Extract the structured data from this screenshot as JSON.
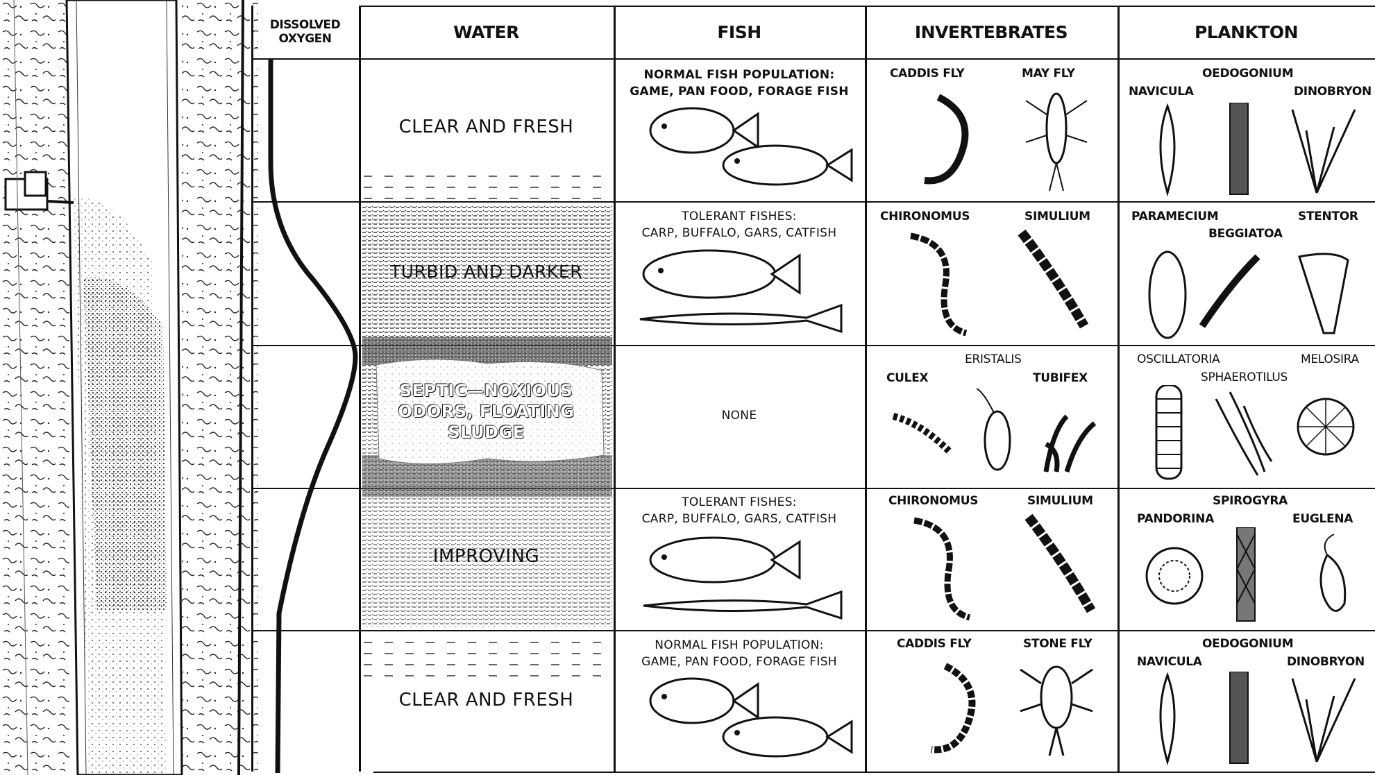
{
  "headers": {
    "dissolved_oxygen": "DISSOLVED OXYGEN",
    "water": "WATER",
    "fish": "FISH",
    "invertebrates": "INVERTEBRATES",
    "plankton": "PLANKTON"
  },
  "zones": [
    {
      "water": "CLEAR AND FRESH",
      "fish_line1": "NORMAL FISH POPULATION:",
      "fish_line2": "GAME, PAN FOOD, FORAGE FISH",
      "inv": [
        "CADDIS FLY",
        "MAY FLY"
      ],
      "plankton": [
        "OEDOGONIUM",
        "NAVICULA",
        "DINOBRYON"
      ]
    },
    {
      "water": "TURBID AND DARKER",
      "fish_line1": "TOLERANT FISHES:",
      "fish_line2": "CARP, BUFFALO, GARS, CATFISH",
      "inv": [
        "CHIRONOMUS",
        "SIMULIUM"
      ],
      "plankton": [
        "PARAMECIUM",
        "STENTOR",
        "BEGGIATOA"
      ]
    },
    {
      "water_line1": "SEPTIC—NOXIOUS",
      "water_line2": "ODORS, FLOATING",
      "water_line3": "SLUDGE",
      "fish": "NONE",
      "inv": [
        "ERISTALIS",
        "CULEX",
        "TUBIFEX"
      ],
      "plankton": [
        "OSCILLATORIA",
        "MELOSIRA",
        "SPHAEROTILUS"
      ]
    },
    {
      "water": "IMPROVING",
      "fish_line1": "TOLERANT FISHES:",
      "fish_line2": "CARP, BUFFALO, GARS, CATFISH",
      "inv": [
        "CHIRONOMUS",
        "SIMULIUM"
      ],
      "plankton": [
        "SPIROGYRA",
        "PANDORINA",
        "EUGLENA"
      ]
    },
    {
      "water": "CLEAR AND FRESH",
      "fish_line1": "NORMAL FISH POPULATION:",
      "fish_line2": "GAME, PAN FOOD, FORAGE FISH",
      "inv": [
        "CADDIS FLY",
        "STONE FLY"
      ],
      "plankton": [
        "OEDOGONIUM",
        "NAVICULA",
        "DINOBRYON"
      ]
    }
  ],
  "icons": [
    "river-aerial",
    "sewage-outfall",
    "oxygen-curve",
    "fish",
    "insect-larva",
    "plankton-organism"
  ],
  "colors": {
    "ink": "#111111",
    "paper": "#ffffff",
    "turbid": "#555555"
  }
}
